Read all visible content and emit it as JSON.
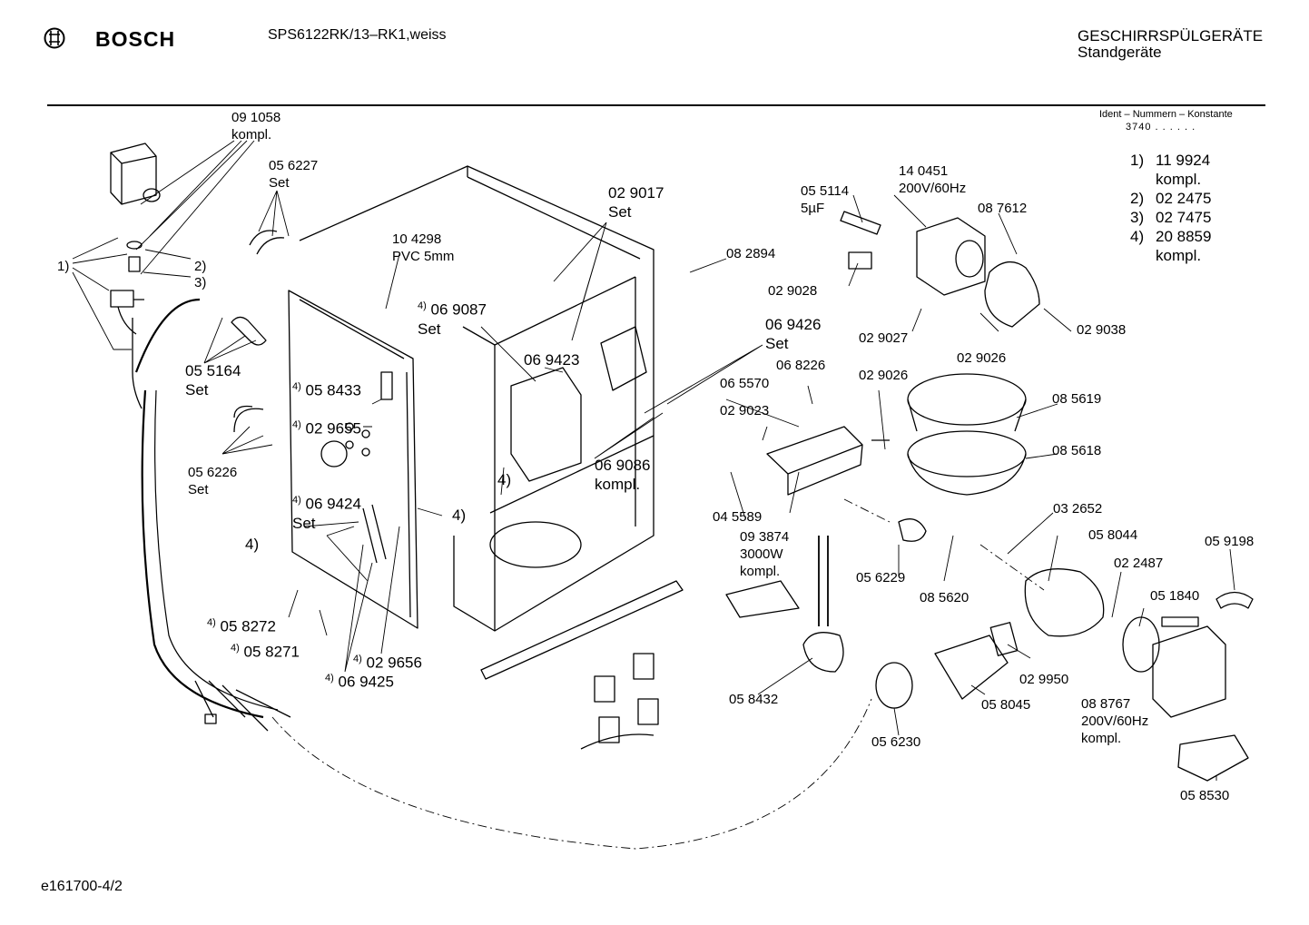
{
  "header": {
    "brand": "BOSCH",
    "model": "SPS6122RK/13–RK1,weiss",
    "category_line1": "GESCHIRRSPÜLGERÄTE",
    "category_line2": "Standgeräte",
    "ident_label": "Ident – Nummern – Konstante",
    "ident_value": "3740 . . . . . ."
  },
  "footnotes": [
    {
      "key": "1)",
      "value": "11 9924",
      "extra": "kompl."
    },
    {
      "key": "2)",
      "value": "02 2475",
      "extra": ""
    },
    {
      "key": "3)",
      "value": "02 7475",
      "extra": ""
    },
    {
      "key": "4)",
      "value": "20 8859",
      "extra": "kompl."
    }
  ],
  "labels": {
    "l091058": "09 1058\nkompl.",
    "l056227": "05 6227\nSet",
    "l104298": "10 4298\nPVC 5mm",
    "l029017": "02 9017\nSet",
    "l082894": "08 2894",
    "l055114": "05 5114\n5µF",
    "l140451": "14 0451\n200V/60Hz",
    "l087612": "08 7612",
    "l029028": "02 9028",
    "l029027": "02 9027",
    "l029026a": "02 9026",
    "l029038": "02 9038",
    "n1": "1)",
    "n2": "2)",
    "n3": "3)",
    "l055164": "05 5164\nSet",
    "l069087_sup": "4)",
    "l069087": "06 9087\nSet",
    "l069423": "06 9423",
    "l069426": "06 9426\nSet",
    "l068226": "06 8226",
    "l065570": "06 5570",
    "l029026b": "02 9026",
    "l085619": "08 5619",
    "l058433_sup": "4)",
    "l058433": "05 8433",
    "l029655_sup": "4)",
    "l029655": "02 9655",
    "l029023": "02 9023",
    "l085618": "08 5618",
    "l056226": "05 6226\nSet",
    "n4a": "4)",
    "l069086": "06 9086\nkompl.",
    "l069424_sup": "4)",
    "l069424": "06 9424\nSet",
    "n4b": "4)",
    "l045589": "04 5589",
    "l093874": "09 3874\n3000W\nkompl.",
    "l032652": "03 2652",
    "l058044": "05 8044",
    "l059198": "05 9198",
    "n4c": "4)",
    "l022487": "02 2487",
    "l051840": "05 1840",
    "l056229": "05 6229",
    "l085620": "08 5620",
    "l058272_sup": "4)",
    "l058272": "05 8272",
    "l058271_sup": "4)",
    "l058271": "05 8271",
    "l029656_sup": "4)",
    "l029656": "02 9656",
    "l069425_sup": "4)",
    "l069425": "06 9425",
    "l029950": "02 9950",
    "l088767": "08 8767\n200V/60Hz\nkompl.",
    "l058432": "05 8432",
    "l058045": "05 8045",
    "l056230": "05 6230",
    "l058530": "05 8530"
  },
  "footer": "e161700-4/2"
}
